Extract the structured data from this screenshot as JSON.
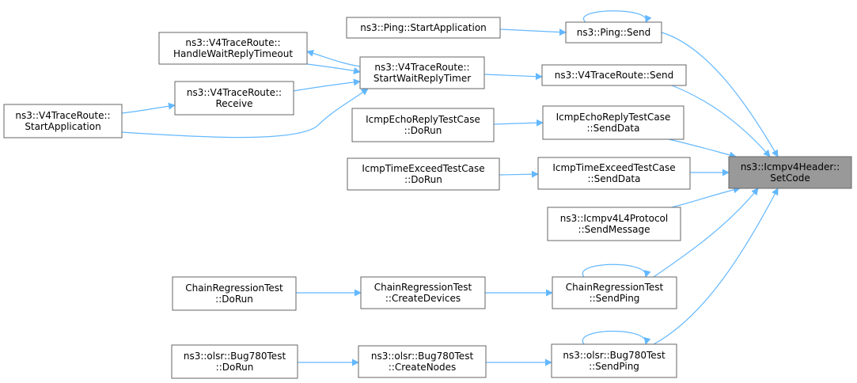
{
  "colors": {
    "edge": "#63b8ff",
    "node_border": "#666666",
    "node_fill": "#ffffff",
    "focus_fill": "#999999",
    "text": "#000000"
  },
  "nodes": [
    {
      "id": "setcode",
      "lines": [
        "ns3::Icmpv4Header::",
        "SetCode"
      ],
      "focus": true
    },
    {
      "id": "ping_start",
      "lines": [
        "ns3::Ping::StartApplication"
      ]
    },
    {
      "id": "ping_send",
      "lines": [
        "ns3::Ping::Send"
      ]
    },
    {
      "id": "v4_hwrt",
      "lines": [
        "ns3::V4TraceRoute::",
        "HandleWaitReplyTimeout"
      ]
    },
    {
      "id": "v4_swrt",
      "lines": [
        "ns3::V4TraceRoute::",
        "StartWaitReplyTimer"
      ]
    },
    {
      "id": "v4_send",
      "lines": [
        "ns3::V4TraceRoute::Send"
      ]
    },
    {
      "id": "v4_recv",
      "lines": [
        "ns3::V4TraceRoute::",
        "Receive"
      ]
    },
    {
      "id": "v4_start",
      "lines": [
        "ns3::V4TraceRoute::",
        "StartApplication"
      ]
    },
    {
      "id": "echo_run",
      "lines": [
        "IcmpEchoReplyTestCase",
        "::DoRun"
      ]
    },
    {
      "id": "echo_send",
      "lines": [
        "IcmpEchoReplyTestCase",
        "::SendData"
      ]
    },
    {
      "id": "te_run",
      "lines": [
        "IcmpTimeExceedTestCase",
        "::DoRun"
      ]
    },
    {
      "id": "te_send",
      "lines": [
        "IcmpTimeExceedTestCase",
        "::SendData"
      ]
    },
    {
      "id": "l4_send",
      "lines": [
        "ns3::Icmpv4L4Protocol",
        "::SendMessage"
      ]
    },
    {
      "id": "cr_run",
      "lines": [
        "ChainRegressionTest",
        "::DoRun"
      ]
    },
    {
      "id": "cr_create",
      "lines": [
        "ChainRegressionTest",
        "::CreateDevices"
      ]
    },
    {
      "id": "cr_ping",
      "lines": [
        "ChainRegressionTest",
        "::SendPing"
      ]
    },
    {
      "id": "olsr_run",
      "lines": [
        "ns3::olsr::Bug780Test",
        "::DoRun"
      ]
    },
    {
      "id": "olsr_create",
      "lines": [
        "ns3::olsr::Bug780Test",
        "::CreateNodes"
      ]
    },
    {
      "id": "olsr_ping",
      "lines": [
        "ns3::olsr::Bug780Test",
        "::SendPing"
      ]
    }
  ],
  "edges": [
    {
      "from": "ping_start",
      "to": "ping_send"
    },
    {
      "from": "ping_send",
      "to": "ping_send"
    },
    {
      "from": "ping_send",
      "to": "setcode"
    },
    {
      "from": "v4_swrt",
      "to": "v4_hwrt"
    },
    {
      "from": "v4_hwrt",
      "to": "v4_swrt"
    },
    {
      "from": "v4_recv",
      "to": "v4_swrt"
    },
    {
      "from": "v4_start",
      "to": "v4_swrt"
    },
    {
      "from": "v4_start",
      "to": "v4_recv"
    },
    {
      "from": "v4_swrt",
      "to": "v4_send"
    },
    {
      "from": "v4_send",
      "to": "setcode"
    },
    {
      "from": "echo_run",
      "to": "echo_send"
    },
    {
      "from": "echo_send",
      "to": "setcode"
    },
    {
      "from": "te_run",
      "to": "te_send"
    },
    {
      "from": "te_send",
      "to": "setcode"
    },
    {
      "from": "l4_send",
      "to": "setcode"
    },
    {
      "from": "cr_run",
      "to": "cr_create"
    },
    {
      "from": "cr_create",
      "to": "cr_ping"
    },
    {
      "from": "cr_ping",
      "to": "cr_ping"
    },
    {
      "from": "cr_ping",
      "to": "setcode"
    },
    {
      "from": "olsr_run",
      "to": "olsr_create"
    },
    {
      "from": "olsr_create",
      "to": "olsr_ping"
    },
    {
      "from": "olsr_ping",
      "to": "olsr_ping"
    },
    {
      "from": "olsr_ping",
      "to": "setcode"
    }
  ]
}
